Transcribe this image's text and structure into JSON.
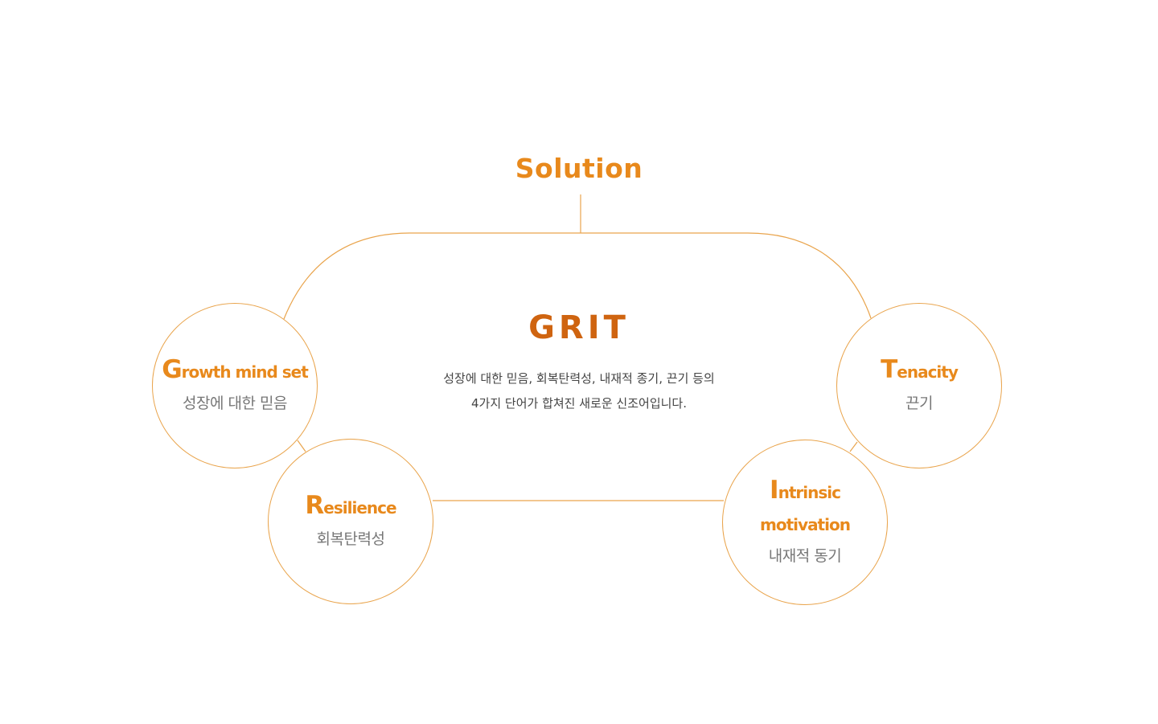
{
  "title": "Solution",
  "center": {
    "title": "GRIT",
    "description_line1": "성장에 대한 믿음, 회복탄력성, 내재적 종기, 끈기 등의",
    "description_line2": "4가지 단어가 합쳐진 새로운 신조어입니다."
  },
  "nodes": {
    "growth": {
      "initial": "G",
      "rest": "rowth mind set",
      "korean": "성장에 대한 믿음"
    },
    "resilience": {
      "initial": "R",
      "rest": "esilience",
      "korean": "회복탄력성"
    },
    "intrinsic": {
      "initial": "I",
      "rest": "ntrinsic",
      "line2": "motivation",
      "korean": "내재적 동기"
    },
    "tenacity": {
      "initial": "T",
      "rest": "enacity",
      "korean": "끈기"
    }
  },
  "colors": {
    "accent": "#e8891c",
    "title_dark": "#cf6410",
    "line": "#e9a44c",
    "body_text": "#444444",
    "sub_text": "#777777"
  }
}
